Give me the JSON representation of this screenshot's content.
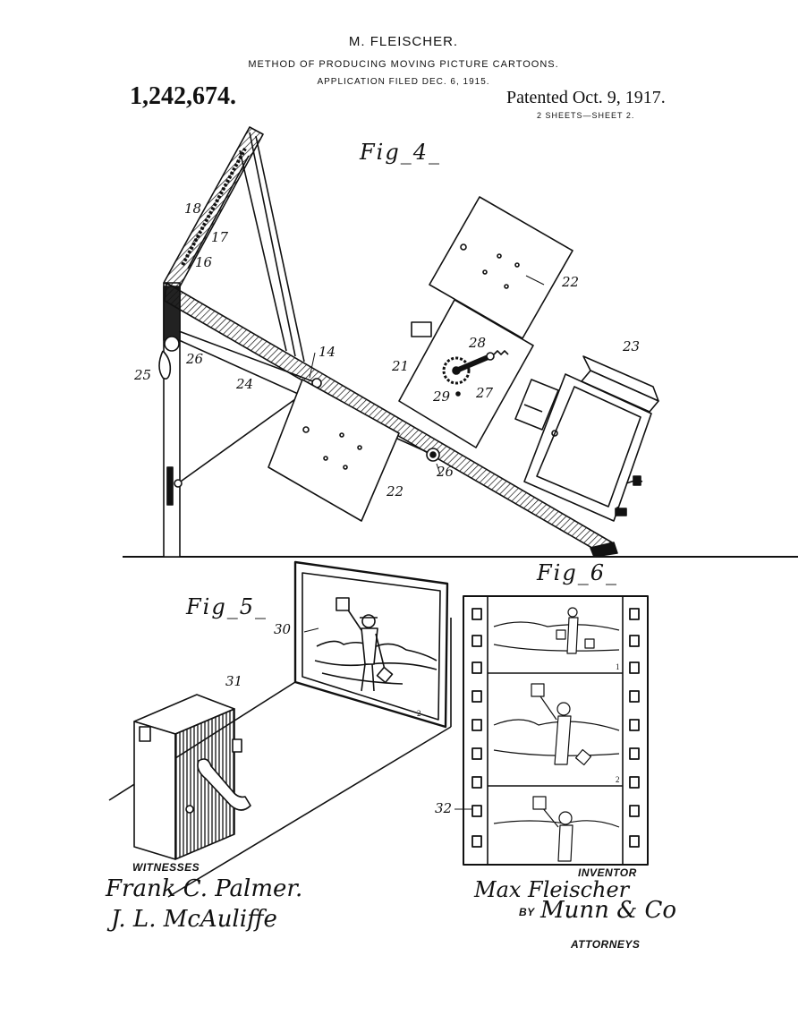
{
  "header": {
    "inventor": "M. FLEISCHER.",
    "title": "METHOD OF PRODUCING MOVING PICTURE CARTOONS.",
    "application": "APPLICATION FILED DEC. 6, 1915.",
    "patent_number": "1,242,674.",
    "patented": "Patented Oct. 9, 1917.",
    "sheets": "2 SHEETS—SHEET 2."
  },
  "figures": {
    "fig4": "Fig_4_",
    "fig5": "Fig_5_",
    "fig6": "Fig_6_"
  },
  "reference_numerals": {
    "n14": "14",
    "n16": "16",
    "n17": "17",
    "n18": "18",
    "n21": "21",
    "n22a": "22",
    "n22b": "22",
    "n23": "23",
    "n24": "24",
    "n25": "25",
    "n26a": "26",
    "n26b": "26",
    "n27": "27",
    "n28": "28",
    "n29": "29",
    "n30": "30",
    "n31": "31",
    "n32": "32",
    "frame1": "1",
    "frame2": "2",
    "screen2": "2"
  },
  "signatures": {
    "witnesses_label": "WITNESSES",
    "witness1": "Frank C. Palmer.",
    "witness2": "J. L. McAuliffe",
    "inventor_label": "INVENTOR",
    "inventor_name": "Max Fleischer",
    "by": "BY",
    "attorneys_sig": "Munn & Co",
    "attorneys_label": "ATTORNEYS"
  }
}
